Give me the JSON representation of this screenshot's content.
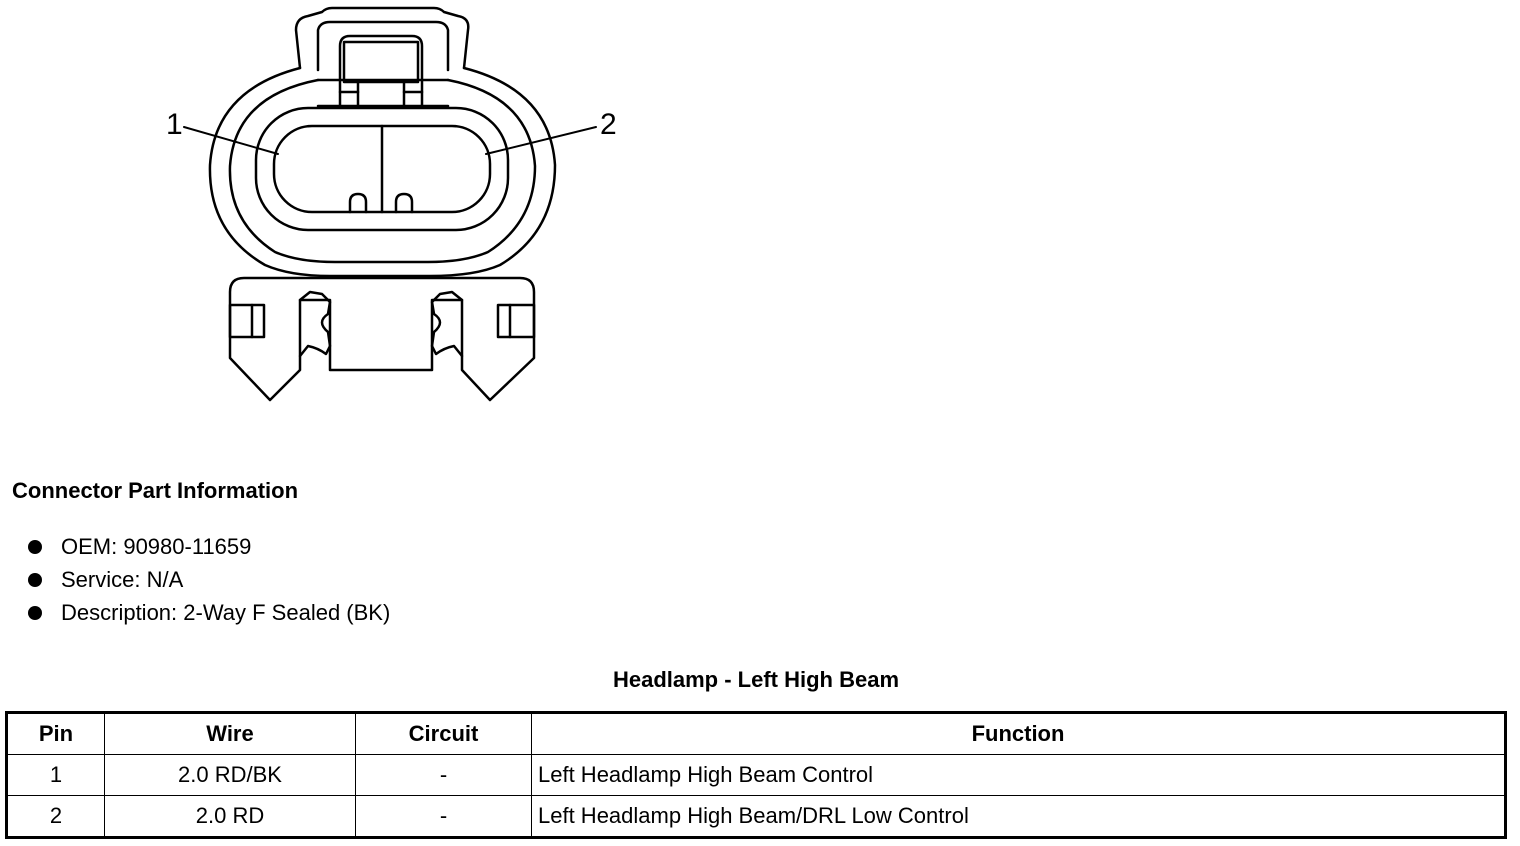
{
  "diagram": {
    "pin_labels": [
      "1",
      "2"
    ]
  },
  "connector_info": {
    "heading": "Connector Part Information",
    "items": [
      "OEM: 90980-11659",
      "Service: N/A",
      "Description: 2-Way F Sealed (BK)"
    ]
  },
  "table": {
    "title": "Headlamp - Left High Beam",
    "headers": [
      "Pin",
      "Wire",
      "Circuit",
      "Function"
    ],
    "rows": [
      [
        "1",
        "2.0 RD/BK",
        "-",
        "Left Headlamp High Beam Control"
      ],
      [
        "2",
        "2.0 RD",
        "-",
        "Left Headlamp High Beam/DRL Low Control"
      ]
    ]
  }
}
